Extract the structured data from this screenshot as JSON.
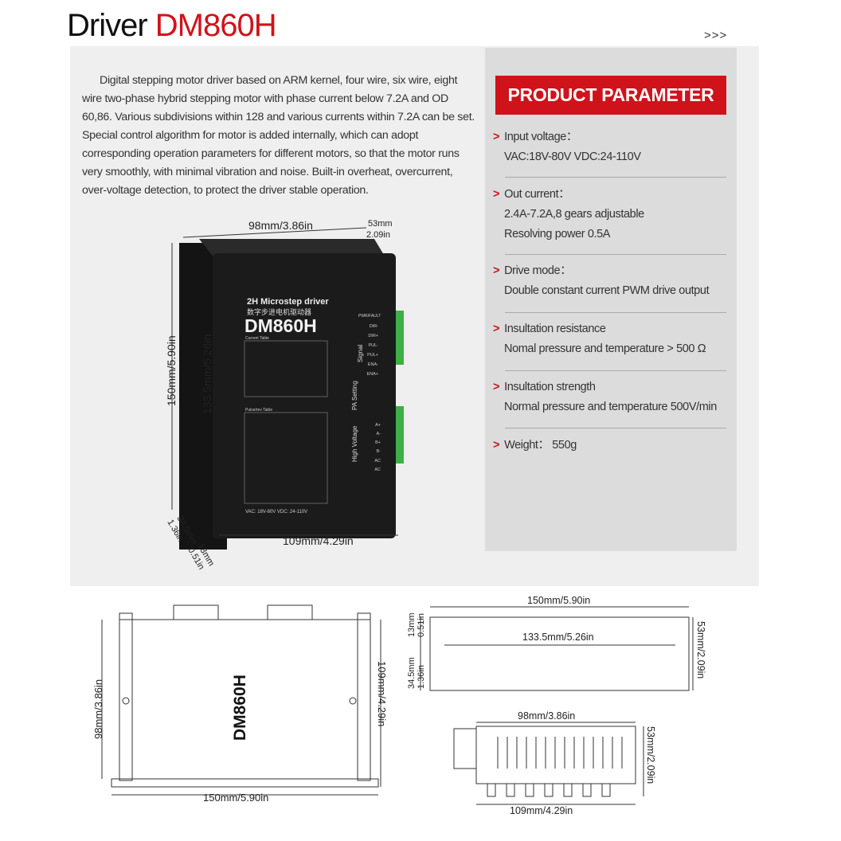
{
  "header": {
    "title_prefix": "Driver",
    "title_model": "DM860H",
    "more": ">>>"
  },
  "description": "Digital stepping motor driver based on ARM kernel, four wire, six wire, eight wire two-phase hybrid stepping motor with phase current below 7.2A and OD 60,86. Various subdivisions within 128 and various currents within 7.2A can be set. Special control algorithm for motor is added internally, which can adopt corresponding operation parameters for different motors, so that the motor runs very smoothly, with minimal vibration and noise. Built-in overheat, overcurrent, over-voltage detection, to protect the driver stable operation.",
  "parameters": {
    "title": "PRODUCT PARAMETER",
    "items": [
      {
        "label": "Input voltage：",
        "lines": [
          "VAC:18V-80V VDC:24-110V"
        ]
      },
      {
        "label": "Out current：",
        "lines": [
          "2.4A-7.2A,8 gears adjustable",
          "Resolving power 0.5A"
        ]
      },
      {
        "label": "Drive mode：",
        "lines": [
          "Double constant current PWM drive output"
        ]
      },
      {
        "label": "Insultation resistance",
        "lines": [
          "Nomal pressure and temperature  > 500 Ω"
        ]
      },
      {
        "label": "Insultation strength",
        "lines": [
          "Normal pressure and temperature 500V/min"
        ]
      },
      {
        "label": "Weight：  550g",
        "lines": []
      }
    ]
  },
  "device": {
    "subtitle": "2H Microstep driver",
    "subtitle_cn": "数字步进电机驱动器",
    "model": "DM860H",
    "current_table": "Current Table",
    "pulse_table": "Pulse/rev Table",
    "voltage_note": "VAC: 18V-80V  VDC: 24-110V",
    "groups": {
      "signal": "Signal",
      "pa": "PA Setting",
      "hv": "High Voltage"
    },
    "pins_signal": [
      "PWR/FAULT",
      "DIR-",
      "DIR+",
      "PUL-",
      "PUL+",
      "ENA-",
      "ENA+"
    ],
    "pins_hv": [
      "A+",
      "A-",
      "B+",
      "B-",
      "AC",
      "AC"
    ]
  },
  "dimensions": {
    "width_top": "98mm/3.86in",
    "depth_top_mm": "53mm",
    "depth_top_in": "2.09in",
    "height": "150mm/5.90in",
    "inner_height": "133.5mm/5.26in",
    "side_a_mm": "34.5mm",
    "side_a_in": "1.36in",
    "side_b_mm": "13mm",
    "side_b_in": "0.51in",
    "bottom": "109mm/4.29in"
  },
  "drawings": {
    "front_model": "DM860H",
    "front_height": "98mm/3.86in",
    "front_width": "150mm/5.90in",
    "front_right": "109mm/4.29in",
    "side_total": "150mm/5.90in",
    "side_inner": "133.5mm/5.26in",
    "side_h": "53mm/2.09in",
    "side_a_mm": "13mm",
    "side_a_in": "0.51in",
    "side_b_mm": "34.5mm",
    "side_b_in": "1.36in",
    "end_top": "98mm/3.86in",
    "end_h": "53mm/2.09in",
    "end_bottom": "109mm/4.29in"
  }
}
